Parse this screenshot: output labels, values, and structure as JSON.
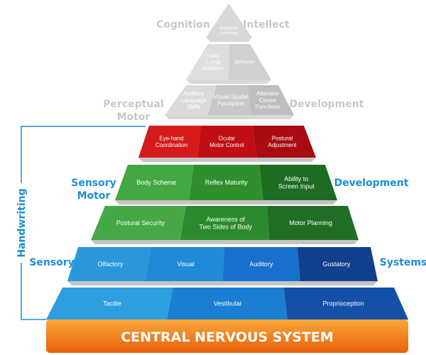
{
  "colors": {
    "grey_text": "#c8c8c8",
    "blue_text": "#1a8fd8",
    "orange": "#f28a1c",
    "red": "#c8141a",
    "green": "#3a9a3a",
    "blue": "#1e7fd0"
  },
  "side_labels": {
    "cognition": "Cognition",
    "intellect": "Intellect",
    "perceptual_motor": [
      "Perceptual",
      "Motor"
    ],
    "development_top": "Development",
    "sensory_motor": [
      "Sensory",
      "Motor"
    ],
    "development": "Development",
    "sensory": "Sensory",
    "systems": "Systems",
    "handwriting": "Handwriting"
  },
  "base": "CENTRAL NERVOUS SYSTEM",
  "layers": [
    {
      "name": "academic",
      "cells": [
        [
          "Academic",
          "Learning"
        ]
      ]
    },
    {
      "name": "daily",
      "cells": [
        [
          "Daily",
          "Living",
          "Activities"
        ],
        [
          "Behavior"
        ]
      ]
    },
    {
      "name": "perceptual",
      "cells": [
        [
          "Auditory",
          "Language",
          "Skills"
        ],
        [
          "Visual-Spatial",
          "Perception"
        ],
        [
          "Attention",
          "Centre",
          "Functions"
        ]
      ]
    },
    {
      "name": "red",
      "cells": [
        [
          "Eye-hand",
          "Coordination"
        ],
        [
          "Ocular",
          "Motor Control"
        ],
        [
          "Postural",
          "Adjustment"
        ]
      ]
    },
    {
      "name": "green1",
      "cells": [
        [
          "Body Scheme"
        ],
        [
          "Reflex Maturity"
        ],
        [
          "Ability to",
          "Screen Input"
        ]
      ]
    },
    {
      "name": "green2",
      "cells": [
        [
          "Postural Security"
        ],
        [
          "Awareness of",
          "Two Sides of Body"
        ],
        [
          "Motor Planning"
        ]
      ]
    },
    {
      "name": "blue1",
      "cells": [
        [
          "Olfactory"
        ],
        [
          "Visual"
        ],
        [
          "Auditory"
        ],
        [
          "Gustatory"
        ]
      ]
    },
    {
      "name": "blue2",
      "cells": [
        [
          "Tactile"
        ],
        [
          "Vestibular"
        ],
        [
          "Proprioception"
        ]
      ]
    }
  ]
}
